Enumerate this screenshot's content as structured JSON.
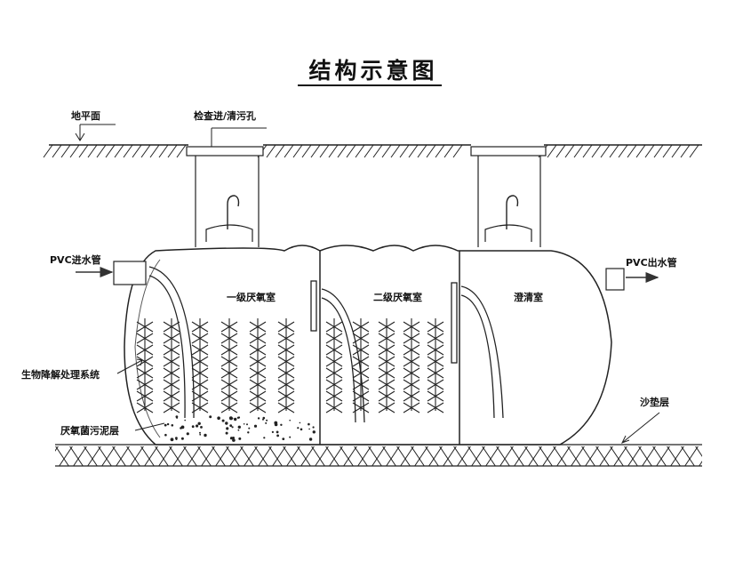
{
  "title": "结构示意图",
  "labels": {
    "ground": "地平面",
    "inspection": "检查进/清污孔",
    "pvc_in": "PVC进水管",
    "pvc_out": "PVC出水管",
    "chamber1": "一级厌氧室",
    "chamber2": "二级厌氧室",
    "chamber3": "澄清室",
    "bio_system": "生物降解处理系统",
    "sludge": "厌氧菌污泥层",
    "sand": "沙垫层"
  }
}
